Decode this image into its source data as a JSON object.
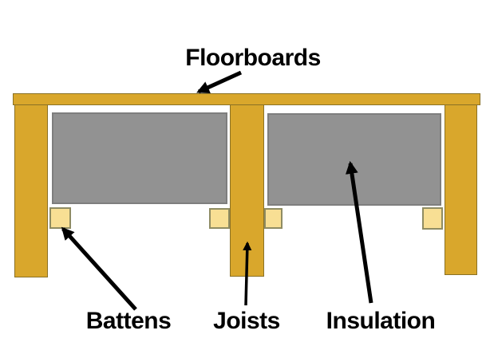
{
  "labels": {
    "floorboards": "Floorboards",
    "battens": "Battens",
    "joists": "Joists",
    "insulation": "Insulation"
  },
  "colors": {
    "background": "#ffffff",
    "wood": "#d9a72c",
    "wood-border": "#8a7125",
    "batten": "#f8df94",
    "batten-border": "#8f8c63",
    "insulation": "#929292",
    "insulation-border": "#7e7e7e",
    "arrow": "#000000",
    "label-text": "#000000"
  }
}
